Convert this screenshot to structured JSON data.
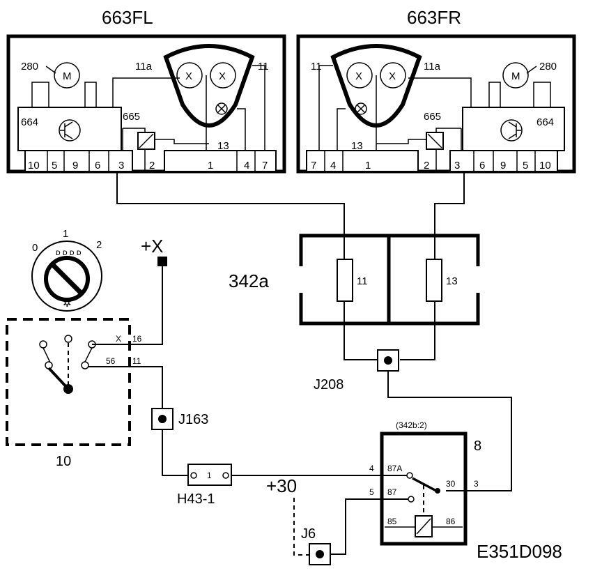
{
  "headlamps": {
    "left": {
      "title": "663FL",
      "motor_ref": "280",
      "motor_symbol": "M",
      "module_ref": "664",
      "relay_ref": "665",
      "bulb_ref_high": "11a",
      "bulb_ref_low": "11",
      "bulb_ref_small": "13",
      "pins": [
        "10",
        "5",
        "9",
        "6",
        "3",
        "2",
        "1",
        "4",
        "7"
      ]
    },
    "right": {
      "title": "663FR",
      "motor_ref": "280",
      "motor_symbol": "M",
      "module_ref": "664",
      "relay_ref": "665",
      "bulb_ref_high": "11a",
      "bulb_ref_low": "11",
      "bulb_ref_small": "13",
      "pins": [
        "7",
        "4",
        "1",
        "2",
        "3",
        "6",
        "9",
        "5",
        "10"
      ]
    }
  },
  "fusebox": {
    "ref": "342a",
    "fuse_left": "11",
    "fuse_right": "13"
  },
  "switch": {
    "ref": "10",
    "positions": [
      "0",
      "1",
      "2"
    ],
    "pin_top": "16",
    "pin_top_prefix": "X",
    "pin_bottom": "11",
    "pin_bottom_prefix": "56",
    "supply": "+X"
  },
  "connectors": {
    "j163": "J163",
    "j208": "J208",
    "j6": "J6",
    "h43": "H43-1",
    "h43_pin": "1"
  },
  "relay": {
    "location": "(342b:2)",
    "ref": "8",
    "pin_87a_num": "4",
    "pin_87a": "87A",
    "pin_87_num": "5",
    "pin_87": "87",
    "pin_30": "30",
    "pin_30_num": "3",
    "pin_85": "85",
    "pin_86": "86"
  },
  "supply_30": "+30",
  "diagram_id": "E351D098"
}
